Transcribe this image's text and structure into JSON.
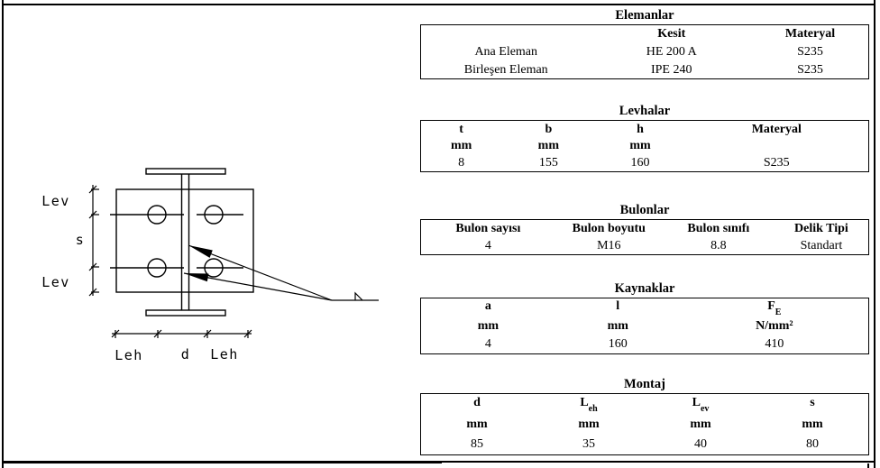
{
  "colors": {
    "ink": "#000000",
    "background": "#ffffff"
  },
  "drawing": {
    "labels": {
      "lev_top": "Lev",
      "s_left": "s",
      "lev_bottom": "Lev",
      "leh_left": "Leh",
      "d_bottom": "d",
      "leh_right": "Leh"
    }
  },
  "tables": {
    "elemanlar": {
      "title": "Elemanlar",
      "headers": [
        "",
        "Kesit",
        "Materyal"
      ],
      "rows": [
        [
          "Ana Eleman",
          "HE 200 A",
          "S235"
        ],
        [
          "Birleşen Eleman",
          "IPE 240",
          "S235"
        ]
      ]
    },
    "levhalar": {
      "title": "Levhalar",
      "headers": [
        "t",
        "b",
        "h",
        "Materyal"
      ],
      "units": [
        "mm",
        "mm",
        "mm",
        ""
      ],
      "values": [
        "8",
        "155",
        "160",
        "S235"
      ]
    },
    "bulonlar": {
      "title": "Bulonlar",
      "headers": [
        "Bulon sayısı",
        "Bulon boyutu",
        "Bulon sınıfı",
        "Delik Tipi"
      ],
      "values": [
        "4",
        "M16",
        "8.8",
        "Standart"
      ]
    },
    "kaynaklar": {
      "title": "Kaynaklar",
      "headers": [
        {
          "base": "a",
          "sub": ""
        },
        {
          "base": "l",
          "sub": ""
        },
        {
          "base": "F",
          "sub": "E"
        }
      ],
      "units": [
        "mm",
        "mm",
        "N/mm²"
      ],
      "values": [
        "4",
        "160",
        "410"
      ]
    },
    "montaj": {
      "title": "Montaj",
      "headers": [
        {
          "base": "d",
          "sub": ""
        },
        {
          "base": "L",
          "sub": "eh"
        },
        {
          "base": "L",
          "sub": "ev"
        },
        {
          "base": "s",
          "sub": ""
        }
      ],
      "units": [
        "mm",
        "mm",
        "mm",
        "mm"
      ],
      "values": [
        "85",
        "35",
        "40",
        "80"
      ]
    }
  }
}
